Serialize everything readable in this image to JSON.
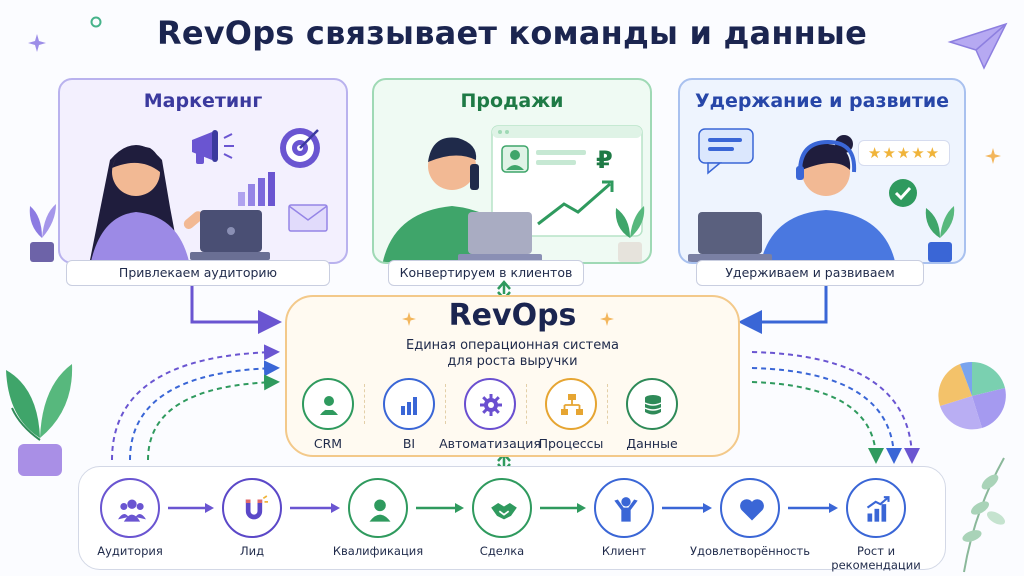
{
  "title": "RevOps связывает команды и данные",
  "teams": [
    {
      "name": "Маркетинг",
      "caption": "Привлекаем аудиторию",
      "color": "#3b3a9e",
      "border": "#b9b2ee",
      "bg": "#f3f0fe"
    },
    {
      "name": "Продажи",
      "caption": "Конвертируем в клиентов",
      "color": "#1e7a45",
      "border": "#9fd9b5",
      "bg": "#effaf3"
    },
    {
      "name": "Удержание и развитие",
      "caption": "Удерживаем и развиваем",
      "color": "#2746a8",
      "border": "#a9c1ef",
      "bg": "#eef4fe"
    }
  ],
  "sales_card": {
    "currency": "₽"
  },
  "rating": {
    "stars": "★★★★★"
  },
  "core": {
    "title": "RevOps",
    "subtitle_line1": "Единая операционная система",
    "subtitle_line2": "для роста выручки"
  },
  "tools": [
    {
      "label": "CRM",
      "icon": "person-icon",
      "color": "#2f9a5e"
    },
    {
      "label": "BI",
      "icon": "bar-chart-icon",
      "color": "#3a66d6"
    },
    {
      "label": "Автоматизация",
      "icon": "gear-icon",
      "color": "#6a4fd0"
    },
    {
      "label": "Процессы",
      "icon": "org-chart-icon",
      "color": "#e6a532"
    },
    {
      "label": "Данные",
      "icon": "database-icon",
      "color": "#2e8a58"
    }
  ],
  "funnel": [
    {
      "label": "Аудитория",
      "icon": "people-icon",
      "color": "#6a55d1"
    },
    {
      "label": "Лид",
      "icon": "magnet-icon",
      "color": "#5b48c8"
    },
    {
      "label": "Квалификация",
      "icon": "user-icon",
      "color": "#2f9a5e"
    },
    {
      "label": "Сделка",
      "icon": "handshake-icon",
      "color": "#2f9a5e"
    },
    {
      "label": "Клиент",
      "icon": "happy-person-icon",
      "color": "#3a66d6"
    },
    {
      "label": "Удовлетворённость",
      "icon": "heart-icon",
      "color": "#3a66d6"
    },
    {
      "label": "Рост и рекомендации",
      "icon": "growth-chart-icon",
      "color": "#3a66d6"
    }
  ]
}
